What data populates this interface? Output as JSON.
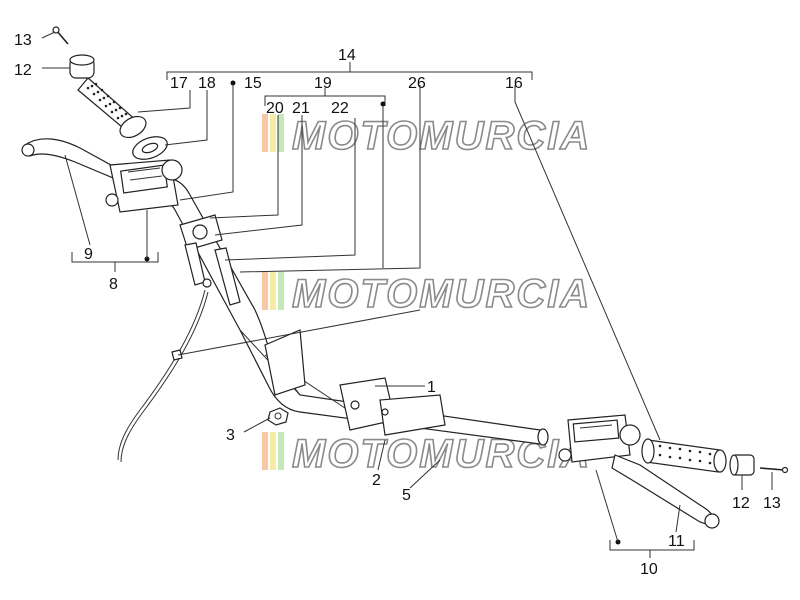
{
  "watermark": "MOTOMURCIA",
  "labels": {
    "l13a": "13",
    "l12a": "12",
    "l14": "14",
    "l17": "17",
    "l18": "18",
    "l15": "15",
    "l19": "19",
    "l26": "26",
    "l16": "16",
    "l20": "20",
    "l21": "21",
    "l22": "22",
    "l9": "9",
    "l8": "8",
    "l1": "1",
    "l3": "3",
    "l2": "2",
    "l5": "5",
    "l12b": "12",
    "l13b": "13",
    "l11": "11",
    "l10": "10"
  }
}
